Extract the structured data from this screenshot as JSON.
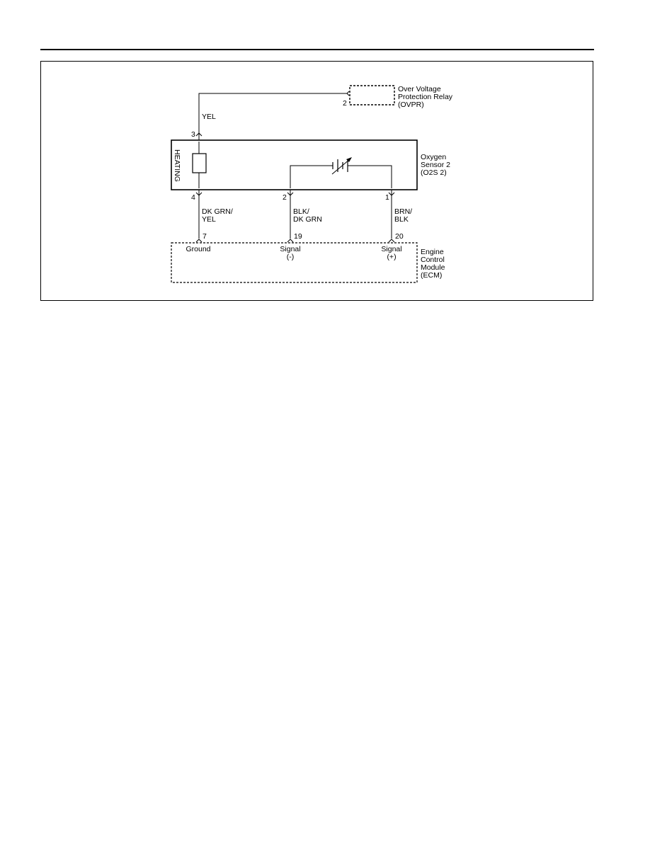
{
  "relay": {
    "label": [
      "Over Voltage",
      "Protection Relay",
      "(OVPR)"
    ],
    "pin": "2"
  },
  "sensor": {
    "label": [
      "Oxygen",
      "Sensor 2",
      "(O2S 2)"
    ],
    "heating_label": "HEATING",
    "pins": {
      "heater_supply": "3",
      "heater_ground": "4",
      "signal_low": "2",
      "signal_high": "1"
    }
  },
  "wires": {
    "heater_supply": "YEL",
    "heater_ground": [
      "DK GRN/",
      "YEL"
    ],
    "signal_low": [
      "BLK/",
      "DK GRN"
    ],
    "signal_high": [
      "BRN/",
      "BLK"
    ]
  },
  "ecm": {
    "label": [
      "Engine",
      "Control",
      "Module",
      "(ECM)"
    ],
    "pins": {
      "ground": "7",
      "signal_low": "19",
      "signal_high": "20"
    },
    "terminals": {
      "ground": [
        "Ground"
      ],
      "signal_low": [
        "Signal",
        "(-)"
      ],
      "signal_high": [
        "Signal",
        "(+)"
      ]
    }
  }
}
